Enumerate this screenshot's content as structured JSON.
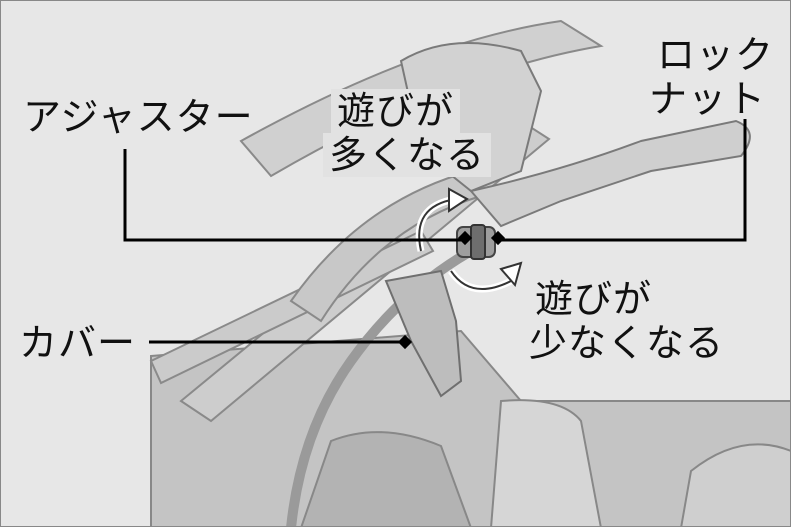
{
  "labels": {
    "adjuster": "アジャスター",
    "locknut_line1": "ロック",
    "locknut_line2": "ナット",
    "more_play_line1": "遊びが",
    "more_play_line2": "多くなる",
    "less_play_line1": "遊びが",
    "less_play_line2": "少なくなる",
    "cover": "カバー"
  },
  "colors": {
    "background": "#e7e7e7",
    "leader_line": "#000000",
    "part_fill": "#c9c9c9",
    "part_outline": "#7a7a7a"
  }
}
